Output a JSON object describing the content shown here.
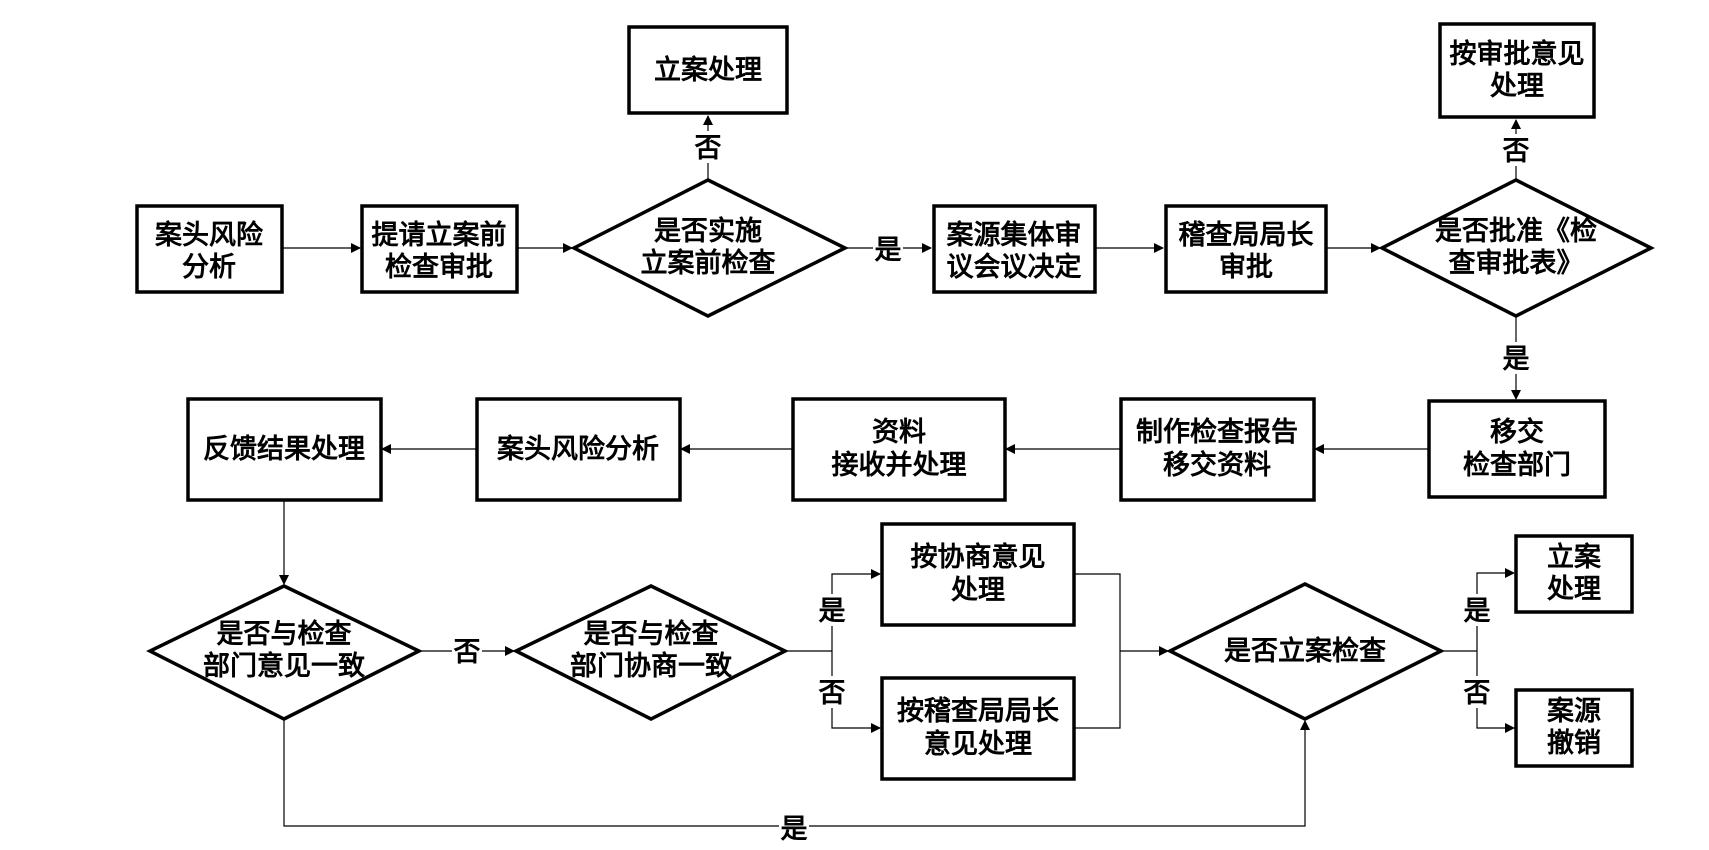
{
  "nodes": {
    "risk_analysis_1": {
      "lines": [
        "案头风险",
        "分析"
      ]
    },
    "submit_pre_approval": {
      "lines": [
        "提请立案前",
        "检查审批"
      ]
    },
    "decision_pre_check": {
      "lines": [
        "是否实施",
        "立案前检查"
      ]
    },
    "file_case_1": {
      "lines": [
        "立案处理"
      ]
    },
    "collective_review": {
      "lines": [
        "案源集体审",
        "议会议决定"
      ]
    },
    "director_approval": {
      "lines": [
        "稽查局局长",
        "审批"
      ]
    },
    "decision_approve_form": {
      "lines": [
        "是否批准《检",
        "查审批表》"
      ]
    },
    "handle_by_opinion": {
      "lines": [
        "按审批意见",
        "处理"
      ]
    },
    "transfer_inspection": {
      "lines": [
        "移交",
        "检查部门"
      ]
    },
    "make_report": {
      "lines": [
        "制作检查报告",
        "移交资料"
      ]
    },
    "receive_materials": {
      "lines": [
        "资料",
        "接收并处理"
      ]
    },
    "risk_analysis_2": {
      "lines": [
        "案头风险分析"
      ]
    },
    "feedback_handling": {
      "lines": [
        "反馈结果处理"
      ]
    },
    "decision_consistent": {
      "lines": [
        "是否与检查",
        "部门意见一致"
      ]
    },
    "decision_negotiation": {
      "lines": [
        "是否与检查",
        "部门协商一致"
      ]
    },
    "handle_by_negotiation": {
      "lines": [
        "按协商意见",
        "处理"
      ]
    },
    "handle_by_director": {
      "lines": [
        "按稽查局局长",
        "意见处理"
      ]
    },
    "decision_file_case": {
      "lines": [
        "是否立案检查"
      ]
    },
    "file_case_2": {
      "lines": [
        "立案",
        "处理"
      ]
    },
    "revoke_case": {
      "lines": [
        "案源",
        "撤销"
      ]
    }
  },
  "edge_labels": {
    "pre_check_no": "否",
    "pre_check_yes": "是",
    "approve_form_no": "否",
    "approve_form_yes": "是",
    "negotiation_yes": "是",
    "negotiation_no": "否",
    "consistent_no": "否",
    "consistent_yes": "是",
    "file_case_yes": "是",
    "file_case_no": "否"
  }
}
